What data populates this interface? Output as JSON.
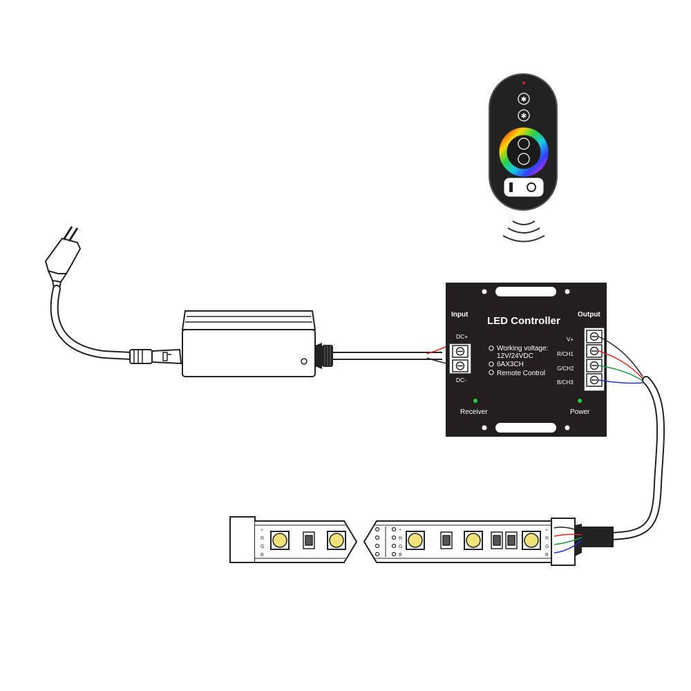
{
  "controller": {
    "title": "LED Controller",
    "input_label": "Input",
    "output_label": "Output",
    "dc_plus": "DC+",
    "dc_minus": "DC-",
    "specs": [
      "Working voltage:",
      "12V/24VDC",
      "6AX3CH",
      "Remote Control"
    ],
    "outputs": [
      "V+",
      "R/CH1",
      "G/CH2",
      "B/CH3"
    ],
    "receiver_label": "Receiver",
    "power_label": "Power"
  },
  "strip": {
    "pins_left": [
      "+",
      "R",
      "G",
      "B"
    ],
    "pins_right": [
      "+",
      "R",
      "G",
      "B"
    ]
  },
  "colors": {
    "controller_body": "#231f20",
    "indicator_led": "#2ecc40",
    "wire_red": "#e02020",
    "wire_green": "#1a9a3a",
    "wire_blue": "#2030c8",
    "led_chip": "#f2e27a",
    "remote_dot": "#e02020"
  },
  "icons": [
    "plug-icon",
    "remote-icon",
    "signal-waves-icon",
    "led-chip-icon",
    "resistor-icon"
  ]
}
